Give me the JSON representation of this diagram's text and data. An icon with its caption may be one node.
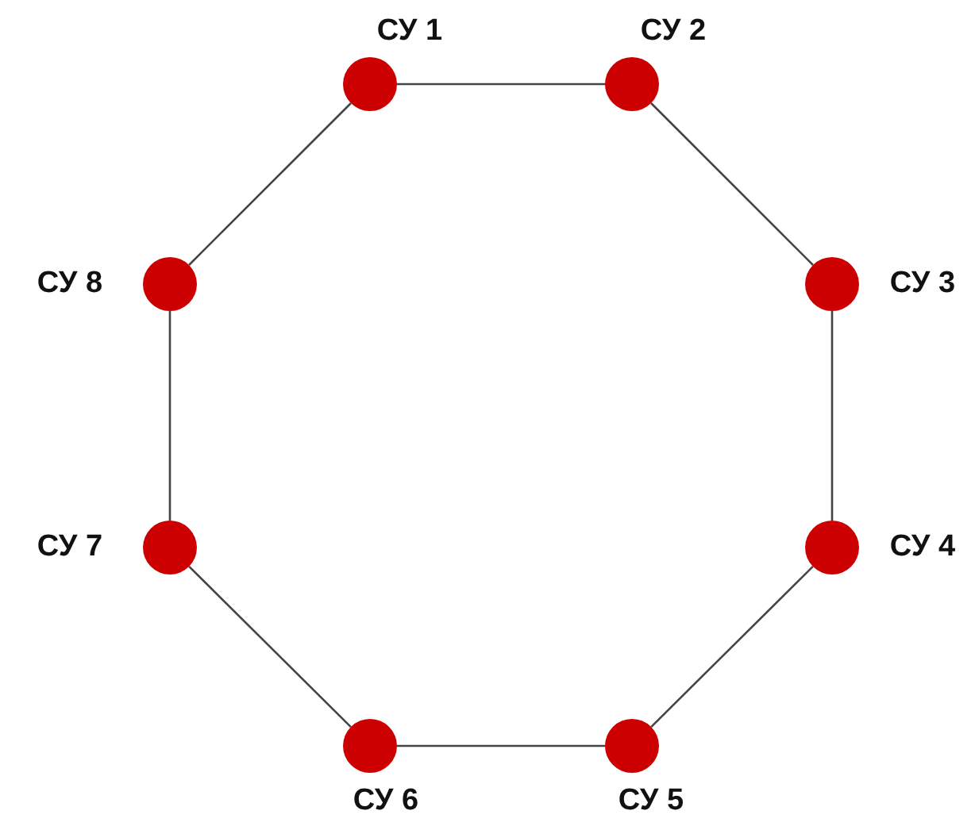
{
  "diagram": {
    "nodes": [
      {
        "text": [],
        "shape": "circle",
        "beside": [
          "СУ 1"
        ]
      },
      {
        "text": [],
        "shape": "circle",
        "beside": [
          "СУ 2"
        ]
      },
      {
        "text": [],
        "shape": "circle",
        "beside": [
          "СУ 3"
        ]
      },
      {
        "text": [],
        "shape": "circle",
        "beside": [
          "СУ 4"
        ]
      },
      {
        "text": [],
        "shape": "circle",
        "beside": [
          "СУ 5"
        ]
      },
      {
        "text": [],
        "shape": "circle",
        "beside": [
          "СУ 6"
        ]
      },
      {
        "text": [],
        "shape": "circle",
        "beside": [
          "СУ 7"
        ]
      },
      {
        "text": [],
        "shape": "circle",
        "beside": [
          "СУ 8"
        ]
      }
    ],
    "edges": [
      {
        "from": 0,
        "to": 1,
        "arrow": "none"
      },
      {
        "from": 1,
        "to": 2,
        "arrow": "none"
      },
      {
        "from": 2,
        "to": 3,
        "arrow": "none"
      },
      {
        "from": 3,
        "to": 4,
        "arrow": "none"
      },
      {
        "from": 4,
        "to": 5,
        "arrow": "none"
      },
      {
        "from": 5,
        "to": 6,
        "arrow": "none"
      },
      {
        "from": 6,
        "to": 7,
        "arrow": "none"
      },
      {
        "from": 7,
        "to": 0,
        "arrow": "none"
      }
    ]
  }
}
